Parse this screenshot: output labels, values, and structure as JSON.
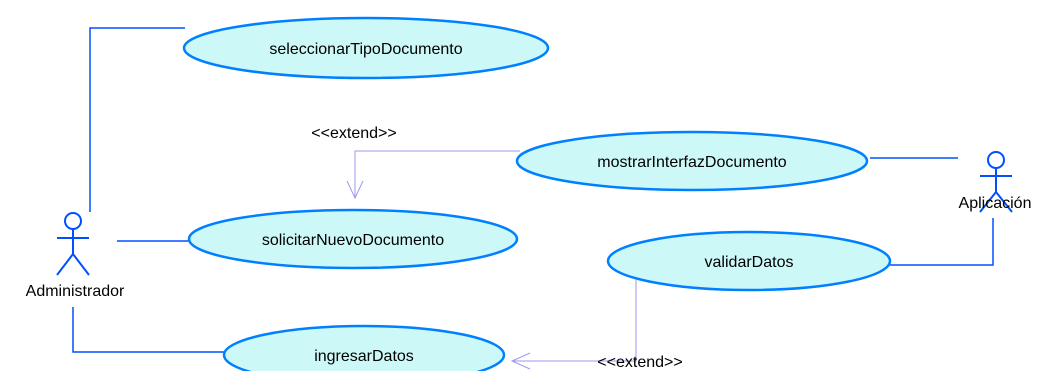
{
  "actors": {
    "administrador": {
      "label": "Administrador"
    },
    "aplicacion": {
      "label": "Aplicación"
    }
  },
  "use_cases": {
    "seleccionar_tipo_documento": "seleccionarTipoDocumento",
    "mostrar_interfaz_documento": "mostrarInterfazDocumento",
    "solicitar_nuevo_documento": "solicitarNuevoDocumento",
    "validar_datos": "validarDatos",
    "ingresar_datos": "ingresarDatos"
  },
  "relationships": {
    "extend_top": "<<extend>>",
    "extend_bottom": "<<extend>>"
  },
  "colors": {
    "use_case_fill": "#ccf8f8",
    "use_case_stroke": "#0080ff",
    "association": "#0050ff",
    "extend_line": "#9999ee",
    "actor": "#0050ff"
  }
}
